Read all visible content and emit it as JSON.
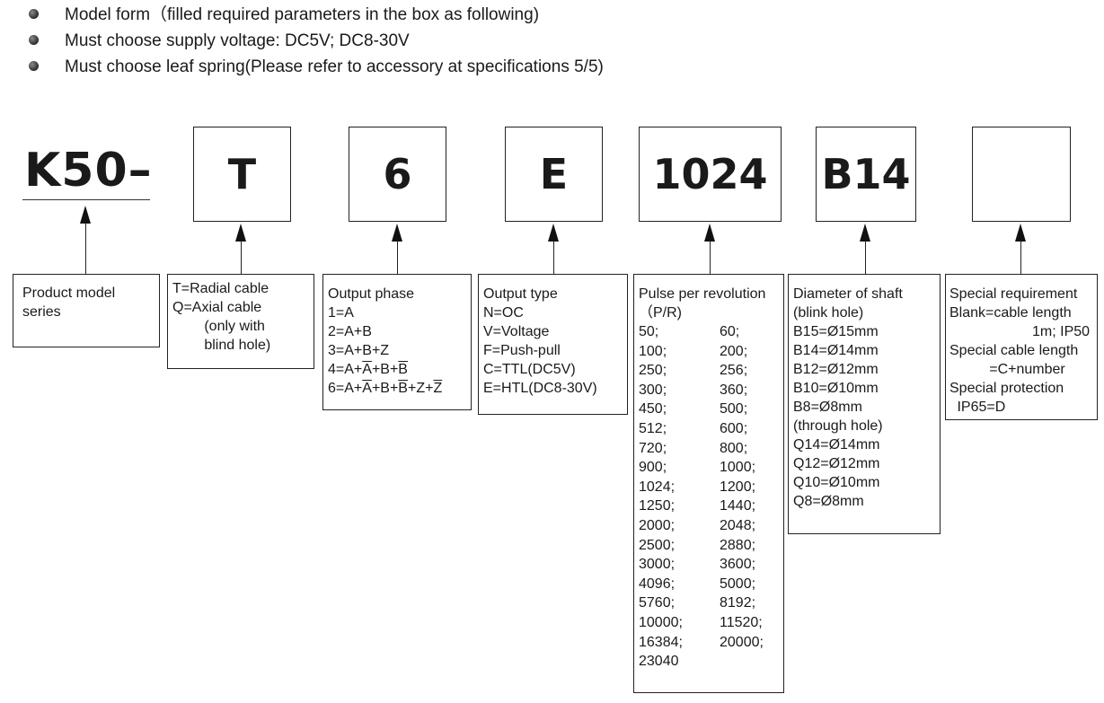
{
  "notes": [
    "Model form（filled required parameters in the box as following)",
    "Must choose supply voltage:  DC5V;  DC8-30V",
    "Must choose leaf spring(Please refer to accessory at specifications 5/5)"
  ],
  "model": {
    "series": "K50–",
    "codes": [
      "T",
      "6",
      "E",
      "1024",
      "B14",
      ""
    ]
  },
  "descriptions": {
    "product": [
      "Product model",
      "series"
    ],
    "cable": [
      "T=Radial cable",
      "Q=Axial cable",
      "   (only with",
      "   blind hole)"
    ],
    "phase": {
      "title": "Output phase",
      "l1": "1=A",
      "l2": "2=A+B",
      "l3a": "3=A+",
      "l3b": "B",
      "l3c": "+Z",
      "l4a": "4=A+",
      "l4b": "A",
      "l4c": "+B+",
      "l4d": "B",
      "l6a": "6=A+",
      "l6b": "A",
      "l6c": "+B+",
      "l6d": "B",
      "l6e": "+Z+",
      "l6f": "Z"
    },
    "output_type": [
      "Output type",
      "N=OC",
      "V=Voltage",
      "F=Push-pull",
      "C=TTL(DC5V)",
      "E=HTL(DC8-30V)"
    ],
    "ppr": {
      "title": "Pulse per revolution",
      "unit": "（P/R)",
      "values": [
        "50;",
        "60;",
        "100;",
        "200;",
        "250;",
        "256;",
        "300;",
        "360;",
        "450;",
        "500;",
        "512;",
        "600;",
        "720;",
        "800;",
        "900;",
        "1000;",
        "1024;",
        "1200;",
        "1250;",
        "1440;",
        "2000;",
        "2048;",
        "2500;",
        "2880;",
        "3000;",
        "3600;",
        "4096;",
        "5000;",
        "5760;",
        "8192;",
        "10000;",
        "11520;",
        "16384;",
        "20000;",
        "23040"
      ]
    },
    "shaft": [
      "Diameter of shaft",
      "(blink hole)",
      "B15=Ø15mm",
      "B14=Ø14mm",
      "B12=Ø12mm",
      "B10=Ø10mm",
      "B8=Ø8mm",
      "(through hole)",
      "Q14=Ø14mm",
      "Q12=Ø12mm",
      "Q10=Ø10mm",
      "Q8=Ø8mm"
    ],
    "special": [
      "Special requirement",
      "Blank=cable length",
      "         1m; IP50",
      "Special cable length",
      "     =C+number",
      "Special protection",
      " IP65=D"
    ]
  }
}
